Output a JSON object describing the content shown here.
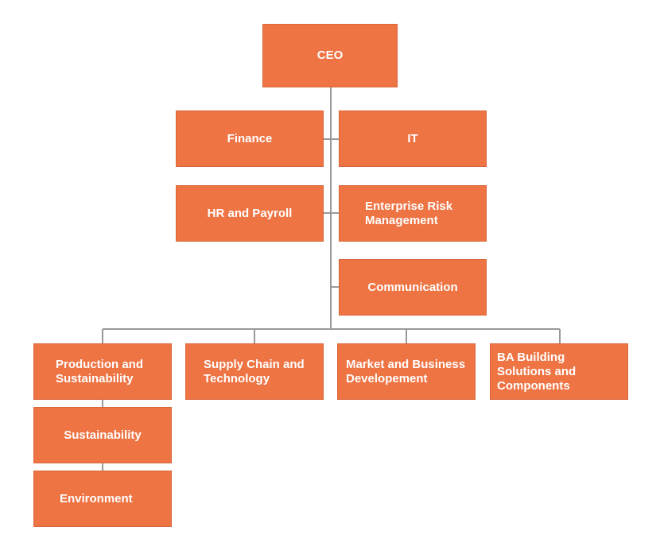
{
  "colors": {
    "box_fill": "#ee7444",
    "connector": "#999999"
  },
  "nodes": {
    "ceo": "CEO",
    "finance": "Finance",
    "it": "IT",
    "hr_payroll": "HR and Payroll",
    "enterprise_risk": "Enterprise Risk Management",
    "communication": "Communication",
    "production_sustainability": "Production and Sustainability",
    "supply_chain": "Supply Chain and Technology",
    "market_business": "Market and Business Developement",
    "ba_building": "BA Building Solutions and Components",
    "sustainability": "Sustainability",
    "environment": "Environment"
  }
}
